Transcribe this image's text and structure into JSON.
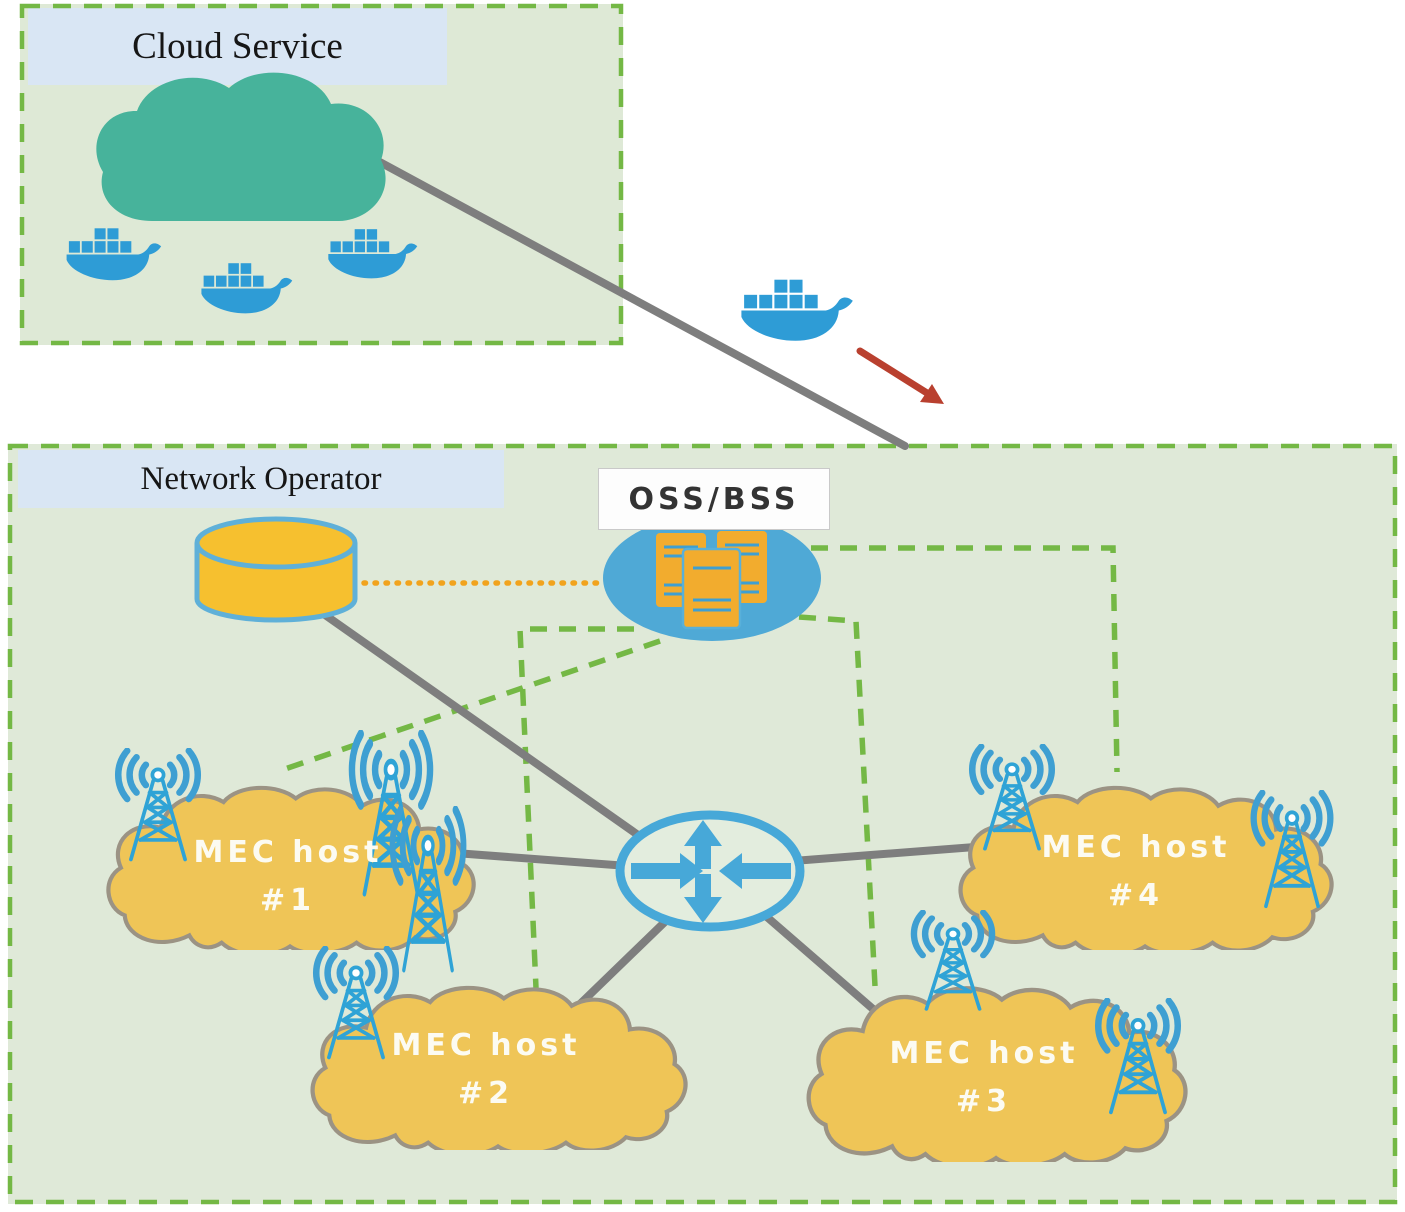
{
  "cloud_service": {
    "title": "Cloud Service",
    "container_icons": [
      "docker-whale-icon",
      "docker-whale-icon",
      "docker-whale-icon"
    ]
  },
  "transfer": {
    "docker_icon": "docker-whale-icon",
    "arrow_icon": "red-deploy-arrow-icon",
    "link_icon": "cloud-to-operator-line"
  },
  "network_operator": {
    "title": "Network Operator",
    "oss_bss": {
      "label": "OSS/BSS",
      "icon": "server-stack-icon"
    },
    "database_icon": "database-cylinder-icon",
    "router_icon": "router-icon",
    "mec_hosts": [
      {
        "label": "MEC host",
        "number": "#1",
        "base_station_icons": 3
      },
      {
        "label": "MEC host",
        "number": "#2",
        "base_station_icons": 1
      },
      {
        "label": "MEC host",
        "number": "#3",
        "base_station_icons": 2
      },
      {
        "label": "MEC host",
        "number": "#4",
        "base_station_icons": 2
      }
    ]
  },
  "colors": {
    "box_background_green": "#DEE9D6",
    "title_bar_blue": "#D9E6F4",
    "dashed_border_green": "#74B845",
    "teal_cloud": "#47B39B",
    "docker_blue": "#2E9CD6",
    "mec_cloud_yellow": "#EFC557",
    "mec_cloud_stroke": "#9B9384",
    "database_yellow": "#F6C02F",
    "server_yellow": "#F2AC2E",
    "oss_ellipse_blue": "#4FA9D6",
    "router_blue": "#47A8D8",
    "antenna_blue": "#3E9FD2",
    "gray_line": "#7E7E7E",
    "orange_dotted_line": "#F1A31D",
    "red_arrow": "#B9402F"
  }
}
